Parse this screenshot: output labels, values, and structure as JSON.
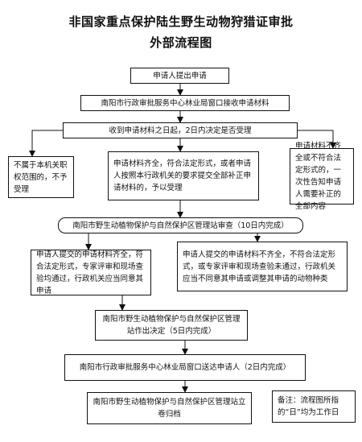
{
  "title": {
    "line1": "非国家重点保护陆生野生动物狩猎证审批",
    "line2": "外部流程图"
  },
  "nodes": {
    "apply": "申请人提出申请",
    "receive": "南阳市行政审批服务中心林业局窗口接收申请材料",
    "decide": "收到申请材料之日起，2日内决定是否受理",
    "reject_scope": "不属于本机关职权范围的，不予受理",
    "accept": "申请材料齐全，符合法定形式，或者申请人按照本行政机关的要求提交全部补正申请材料的，予以受理",
    "incomplete": "申请材料不齐全或不符合法定形式的，一次性告知申请人需要补正的全部内容",
    "review": "南阳市野生动植物保护与自然保护区管理站审查（10日内完成）",
    "pass": "申请人提交的申请材料齐全，符合法定形式，专家评审和现场查验均通过，行政机关应当同意其申请",
    "fail": "申请人提交的申请材料不齐全，不符合法定形式，或专家评审和现场查验未通过，行政机关应当不同意其申请或调整其申请的动物种类",
    "decision": "南阳市野生动植物保护与自然保护区管理站作出决定（5日内完成）",
    "deliver": "南阳市行政审批服务中心林业局窗口送达申请人（2日内完成）",
    "archive": "南阳市野生动植物保护与自然保护区管理站立卷归档",
    "note": "备注：流程图所指的“日”均为工作日"
  }
}
